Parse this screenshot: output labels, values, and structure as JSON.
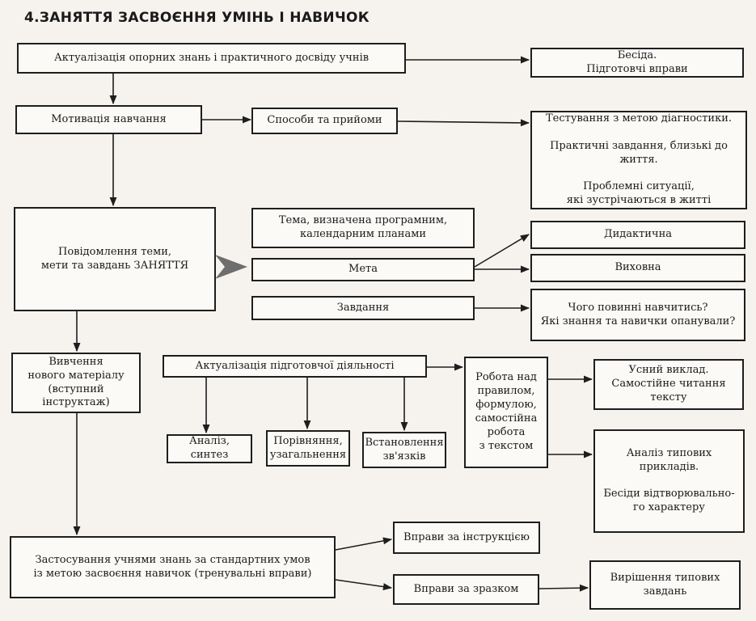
{
  "title": "4.ЗАНЯТТЯ ЗАСВОЄННЯ УМІНЬ І НАВИЧОК",
  "nodes": {
    "aktualizatsiia": "Актуалізація опорних знань і практичного досвіду учнів",
    "besida": "Бесіда.\nПідготовчі вправи",
    "motyvatsiia": "Мотивація навчання",
    "sposoby": "Способи та прийоми",
    "testuvannia": "Тестування з метою діагностики.\n\nПрактичні завдання, близькі до життя.\n\nПроблемні ситуації,\nякі зустрічаються в житті",
    "povidomlennia": "Повідомлення теми,\nмети та завдань ЗАНЯТТЯ",
    "tema": "Тема, визначена програмним,\nкалендарним планами",
    "meta": "Мета",
    "zavdannia": "Завдання",
    "dydaktychna": "Дидактична",
    "vykhovna": "Виховна",
    "choho": "Чого повинні навчитись?\nЯкі знання та навички опанували?",
    "vyvchennia": "Вивчення\nнового матеріалу\n(вступний\nінструктаж)",
    "pidhotovcha": "Актуалізація підготовчої діяльності",
    "robota": "Робота над\nправилом,\nформулою,\nсамостійна\nробота\nз текстом",
    "usnyi": "Усний виклад.\nСамостійне читання\nтексту",
    "analiz_syntez": "Аналіз, синтез",
    "porivniannia": "Порівняння,\nузагальнення",
    "vstanovlennia": "Встановлення\nзв'язків",
    "analiz_typovykh": "Аналіз типових\nприкладів.\n\nБесіди відтворювально-\nго характеру",
    "zastosuvannia": "Застосування учнями знань за стандартних умов\nіз метою засвоєння навичок (тренувальні вправи)",
    "instruktsiia": "Вправи за інструкцією",
    "zrazok": "Вправи за зразком",
    "vyrishennia": "Вирішення типових\nзавдань"
  },
  "colors": {
    "line": "#1e1e1e",
    "big_arrow": "#6e6e6e"
  }
}
